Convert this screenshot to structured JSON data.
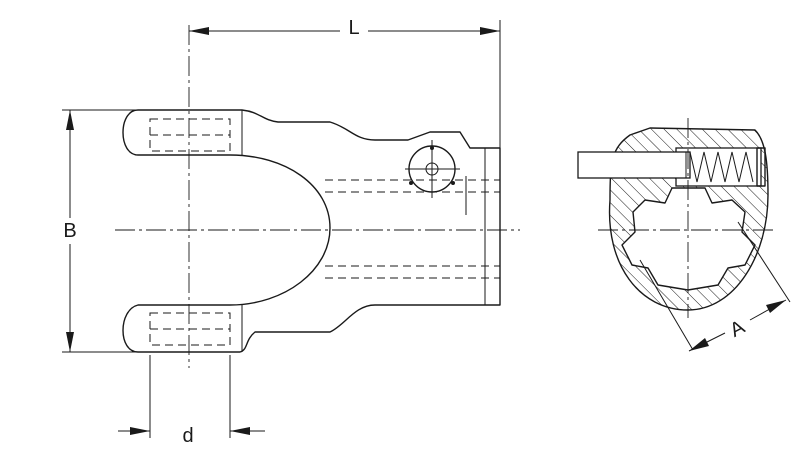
{
  "labels": {
    "length": "L",
    "width": "B",
    "hole_diameter": "d",
    "bore_size": "A"
  },
  "colors": {
    "line": "#1a1a1a",
    "background": "#ffffff"
  }
}
